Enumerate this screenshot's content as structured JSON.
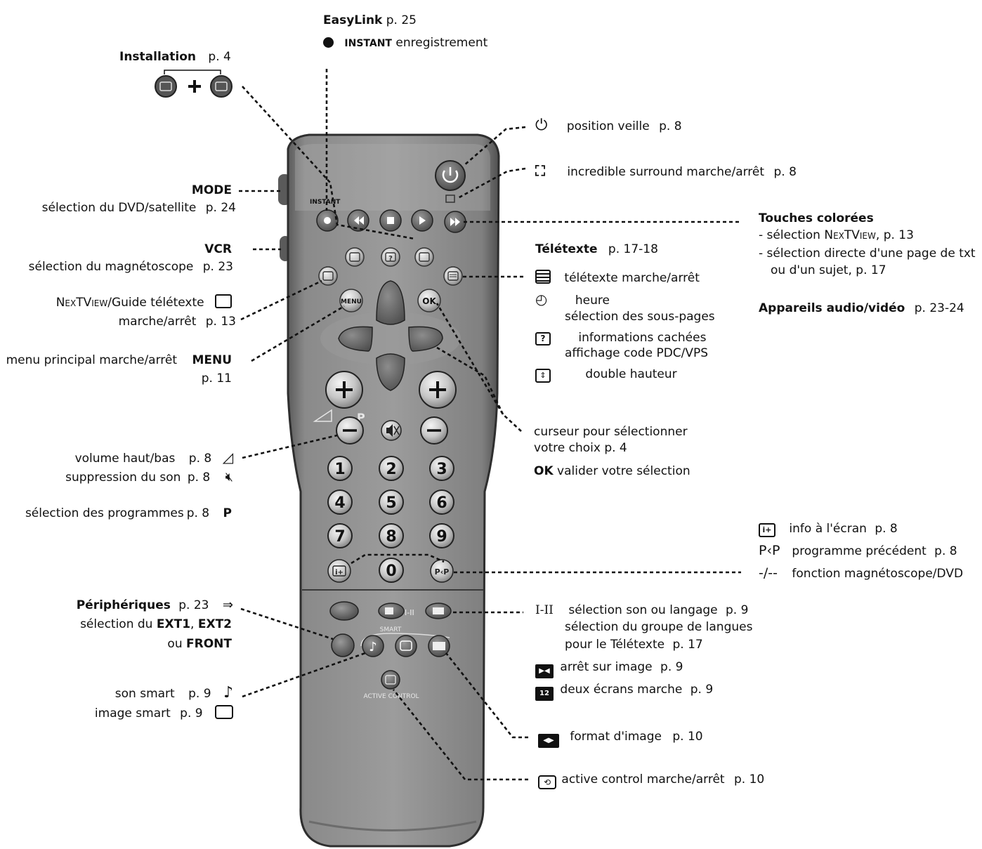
{
  "easylink": {
    "title": "EasyLink",
    "page": "p. 25",
    "instant_bold": "INSTANT",
    "instant_rest": "enregistrement"
  },
  "installation": {
    "title": "Installation",
    "page": "p. 4"
  },
  "standby": {
    "text": "position veille",
    "page": "p. 8"
  },
  "surround": {
    "text": "incredible surround marche/arrêt",
    "page": "p. 8"
  },
  "colored_keys": {
    "title": "Touches colorées",
    "line1_pre": "- sélection ",
    "line1_brand": "NexTView",
    "line1_post": ", p. 13",
    "line2": "- sélection directe d'une page de txt",
    "line3_pre": "ou d'un sujet, ",
    "line3_page": "p. 17"
  },
  "audio_video": {
    "title": "Appareils audio/vidéo",
    "page": "p. 23-24"
  },
  "mode": {
    "title": "MODE",
    "desc": "sélection du DVD/satellite",
    "page": "p. 24"
  },
  "vcr": {
    "title": "VCR",
    "desc": "sélection du magnétoscope",
    "page": "p. 23"
  },
  "nextview": {
    "brand": "NexTView",
    "rest": "/Guide télétexte",
    "line2": "marche/arrêt",
    "page": "p. 13"
  },
  "menu": {
    "text": "menu principal marche/arrêt",
    "title": "MENU",
    "page": "p. 11"
  },
  "teletext": {
    "title": "Télétexte",
    "page": "p. 17-18",
    "on_off": "télétexte marche/arrêt",
    "time": "heure",
    "subpages": "sélection des sous-pages",
    "hidden": "informations cachées",
    "pdc": "affichage code PDC/VPS",
    "double": "double hauteur"
  },
  "cursor": {
    "line1": "curseur pour sélectionner",
    "line2_pre": "votre choix",
    "line2_page": "p. 4",
    "ok_title": "OK",
    "ok_text": "valider votre sélection"
  },
  "volume": {
    "text": "volume haut/bas",
    "page": "p. 8"
  },
  "mute": {
    "text": "suppression du son",
    "page": "p. 8"
  },
  "programs": {
    "text": "sélection des programmes",
    "page": "p. 8",
    "letter": "P"
  },
  "info": {
    "text": "info à l'écran",
    "page": "p. 8"
  },
  "prev_prog": {
    "glyph": "P‹P",
    "text": "programme précédent",
    "page": "p. 8"
  },
  "vcr_dvd": {
    "glyph": "-/--",
    "text": "fonction magnétoscope/DVD"
  },
  "peripherals": {
    "title": "Périphériques",
    "page": "p. 23",
    "line2_pre": "sélection du ",
    "ext1": "EXT1",
    "ext2": "EXT2",
    "line3_pre": "ou ",
    "front": "FRONT"
  },
  "sound_lang": {
    "glyph": "I-II",
    "line1": "sélection son ou langage",
    "page1": "p. 9",
    "line2": "sélection du groupe de langues",
    "line3": "pour le Télétexte",
    "page3": "p. 17"
  },
  "freeze": {
    "text": "arrêt sur image",
    "page": "p. 9"
  },
  "dual": {
    "text": "deux écrans marche",
    "page": "p. 9"
  },
  "smart_sound": {
    "text": "son smart",
    "page": "p. 9"
  },
  "smart_image": {
    "text": "image smart",
    "page": "p. 9"
  },
  "format": {
    "text": "format d'image",
    "page": "p. 10"
  },
  "active_control": {
    "text": "active control marche/arrêt",
    "page": "p. 10"
  },
  "remote": {
    "instant": "INSTANT",
    "menu": "MENU",
    "ok": "OK",
    "smart": "SMART",
    "active": "ACTIVE CONTROL",
    "i_ii": "I-II",
    "digits": [
      "1",
      "2",
      "3",
      "4",
      "5",
      "6",
      "7",
      "8",
      "9",
      "0"
    ]
  }
}
